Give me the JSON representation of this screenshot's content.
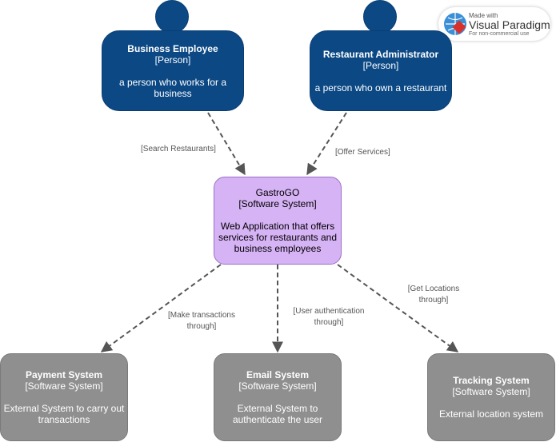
{
  "badge": {
    "made_with": "Made with",
    "brand": "Visual Paradigm",
    "usage": "For non-commercial use"
  },
  "nodes": {
    "business_employee": {
      "title": "Business Employee",
      "type": "[Person]",
      "description": "a person who works for a business"
    },
    "restaurant_admin": {
      "title": "Restaurant Administrator",
      "type": "[Person]",
      "description": "a person who own a restaurant"
    },
    "gastrogo": {
      "title": "GastroGO",
      "type": "[Software System]",
      "description": "Web Application that offers services for restaurants and business employees"
    },
    "payment": {
      "title": "Payment System",
      "type": "[Software System]",
      "description": "External System to carry out transactions"
    },
    "email": {
      "title": "Email System",
      "type": "[Software System]",
      "description": "External System to authenticate the user"
    },
    "tracking": {
      "title": "Tracking System",
      "type": "[Software System]",
      "description": "External location system"
    }
  },
  "edges": {
    "search": {
      "label": "[Search Restaurants]"
    },
    "offer": {
      "label": "[Offer Services]"
    },
    "transactions": {
      "label": "[Make transactions through]"
    },
    "auth": {
      "label": "[User authentication through]"
    },
    "locations": {
      "label": "[Get Locations through]"
    }
  },
  "colors": {
    "person": "#0b4884",
    "main_system": "#d6b3f5",
    "external_system": "#8f8f8f",
    "edge": "#555555"
  }
}
